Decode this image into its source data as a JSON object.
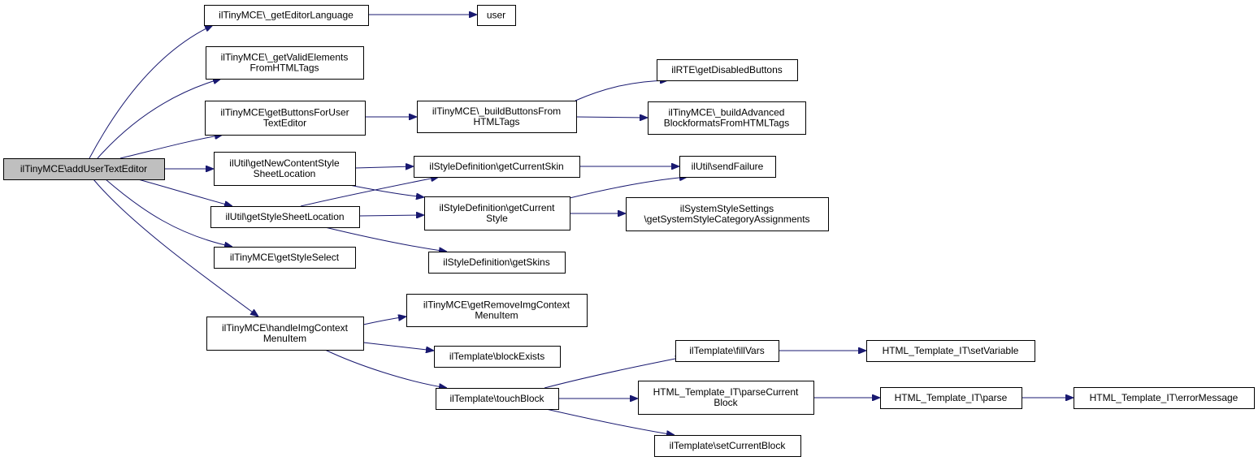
{
  "colors": {
    "edge": "#191970",
    "node_border": "#000000",
    "node_fill": "#ffffff",
    "root_fill": "#bfbfbf",
    "text": "#000000"
  },
  "nodes": [
    {
      "id": "addUserTextEditor",
      "lines": [
        "ilTinyMCE\\addUserTextEditor"
      ],
      "root": true
    },
    {
      "id": "getEditorLanguage",
      "lines": [
        "ilTinyMCE\\_getEditorLanguage"
      ]
    },
    {
      "id": "user",
      "lines": [
        "user"
      ]
    },
    {
      "id": "getValidElements",
      "lines": [
        "ilTinyMCE\\_getValidElements",
        "FromHTMLTags"
      ]
    },
    {
      "id": "getButtonsForUser",
      "lines": [
        "ilTinyMCE\\getButtonsForUser",
        "TextEditor"
      ]
    },
    {
      "id": "buildButtonsFrom",
      "lines": [
        "ilTinyMCE\\_buildButtonsFrom",
        "HTMLTags"
      ]
    },
    {
      "id": "getDisabledButtons",
      "lines": [
        "ilRTE\\getDisabledButtons"
      ]
    },
    {
      "id": "buildAdvanced",
      "lines": [
        "ilTinyMCE\\_buildAdvanced",
        "BlockformatsFromHTMLTags"
      ]
    },
    {
      "id": "getNewContentStyle",
      "lines": [
        "ilUtil\\getNewContentStyle",
        "SheetLocation"
      ]
    },
    {
      "id": "getCurrentSkin",
      "lines": [
        "ilStyleDefinition\\getCurrentSkin"
      ]
    },
    {
      "id": "sendFailure",
      "lines": [
        "ilUtil\\sendFailure"
      ]
    },
    {
      "id": "getStyleSheetLocation",
      "lines": [
        "ilUtil\\getStyleSheetLocation"
      ]
    },
    {
      "id": "getCurrentStyle",
      "lines": [
        "ilStyleDefinition\\getCurrent",
        "Style"
      ]
    },
    {
      "id": "systemStyleSettings",
      "lines": [
        "ilSystemStyleSettings",
        "\\getSystemStyleCategoryAssignments"
      ]
    },
    {
      "id": "getStyleSelect",
      "lines": [
        "ilTinyMCE\\getStyleSelect"
      ]
    },
    {
      "id": "getSkins",
      "lines": [
        "ilStyleDefinition\\getSkins"
      ]
    },
    {
      "id": "handleImgContext",
      "lines": [
        "ilTinyMCE\\handleImgContext",
        "MenuItem"
      ]
    },
    {
      "id": "getRemoveImgContext",
      "lines": [
        "ilTinyMCE\\getRemoveImgContext",
        "MenuItem"
      ]
    },
    {
      "id": "blockExists",
      "lines": [
        "ilTemplate\\blockExists"
      ]
    },
    {
      "id": "fillVars",
      "lines": [
        "ilTemplate\\fillVars"
      ]
    },
    {
      "id": "setVariable",
      "lines": [
        "HTML_Template_IT\\setVariable"
      ]
    },
    {
      "id": "touchBlock",
      "lines": [
        "ilTemplate\\touchBlock"
      ]
    },
    {
      "id": "parseCurrentBlock",
      "lines": [
        "HTML_Template_IT\\parseCurrent",
        "Block"
      ]
    },
    {
      "id": "parse",
      "lines": [
        "HTML_Template_IT\\parse"
      ]
    },
    {
      "id": "errorMessage",
      "lines": [
        "HTML_Template_IT\\errorMessage"
      ]
    },
    {
      "id": "setCurrentBlock",
      "lines": [
        "ilTemplate\\setCurrentBlock"
      ]
    }
  ],
  "edges": [
    {
      "from": "addUserTextEditor",
      "to": "getEditorLanguage"
    },
    {
      "from": "addUserTextEditor",
      "to": "getValidElements"
    },
    {
      "from": "addUserTextEditor",
      "to": "getButtonsForUser"
    },
    {
      "from": "addUserTextEditor",
      "to": "getNewContentStyle"
    },
    {
      "from": "addUserTextEditor",
      "to": "getStyleSheetLocation"
    },
    {
      "from": "addUserTextEditor",
      "to": "getStyleSelect"
    },
    {
      "from": "addUserTextEditor",
      "to": "handleImgContext"
    },
    {
      "from": "getEditorLanguage",
      "to": "user"
    },
    {
      "from": "getButtonsForUser",
      "to": "buildButtonsFrom"
    },
    {
      "from": "buildButtonsFrom",
      "to": "getDisabledButtons"
    },
    {
      "from": "buildButtonsFrom",
      "to": "buildAdvanced"
    },
    {
      "from": "getNewContentStyle",
      "to": "getCurrentSkin"
    },
    {
      "from": "getNewContentStyle",
      "to": "getCurrentStyle"
    },
    {
      "from": "getCurrentSkin",
      "to": "sendFailure"
    },
    {
      "from": "getStyleSheetLocation",
      "to": "getCurrentSkin"
    },
    {
      "from": "getStyleSheetLocation",
      "to": "getCurrentStyle"
    },
    {
      "from": "getStyleSheetLocation",
      "to": "getSkins"
    },
    {
      "from": "getCurrentStyle",
      "to": "sendFailure"
    },
    {
      "from": "getCurrentStyle",
      "to": "systemStyleSettings"
    },
    {
      "from": "handleImgContext",
      "to": "getRemoveImgContext"
    },
    {
      "from": "handleImgContext",
      "to": "blockExists"
    },
    {
      "from": "handleImgContext",
      "to": "touchBlock"
    },
    {
      "from": "touchBlock",
      "to": "fillVars"
    },
    {
      "from": "touchBlock",
      "to": "parseCurrentBlock"
    },
    {
      "from": "touchBlock",
      "to": "setCurrentBlock"
    },
    {
      "from": "fillVars",
      "to": "setVariable"
    },
    {
      "from": "parseCurrentBlock",
      "to": "parse"
    },
    {
      "from": "parse",
      "to": "errorMessage"
    }
  ]
}
